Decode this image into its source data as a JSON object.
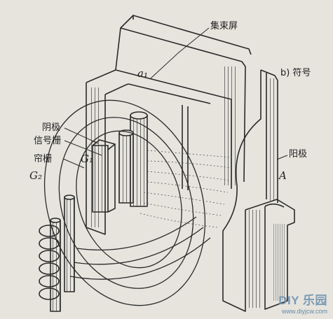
{
  "labels": {
    "beam_screen": "集束屏",
    "beam_screen_symbol": "a₁",
    "symbol_caption": "b) 符号",
    "cathode": "阴极",
    "signal_grid": "信号栅",
    "screen_grid": "帘栅",
    "signal_grid_symbol": "G₁",
    "screen_grid_symbol": "G₂",
    "anode": "阳极",
    "anode_symbol": "A"
  },
  "watermark": {
    "logo_text": "DIY 乐园",
    "url": "www.diyjcw.com"
  },
  "colors": {
    "ink": "#2a2a2a",
    "paper": "#e6e4dd",
    "watermark": "#6a8fb0"
  }
}
